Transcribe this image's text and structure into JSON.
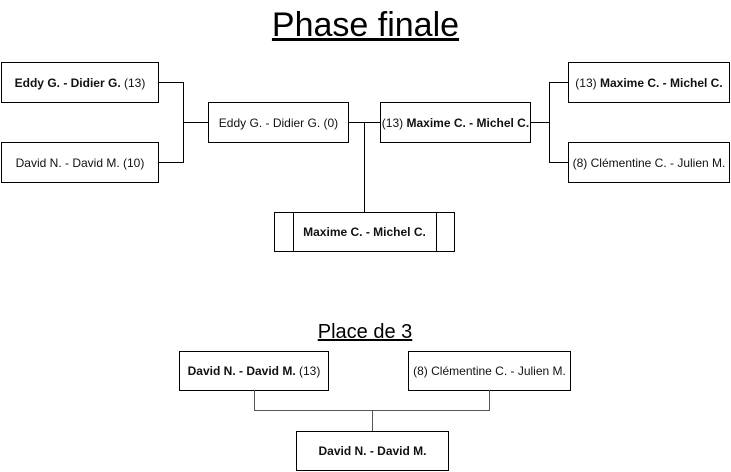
{
  "title": "Phase finale",
  "semifinals_left": [
    {
      "team_bold": "Eddy G. - Didier G.",
      "score": "(13)",
      "winner": true
    },
    {
      "team": "David N. - David M.",
      "score": "(10)",
      "winner": false
    }
  ],
  "final_left": {
    "team": "Eddy G. - Didier G.",
    "score": "(0)",
    "winner": false
  },
  "final_right": {
    "score": "(13)",
    "team_bold": "Maxime C. - Michel C.",
    "winner": true
  },
  "semifinals_right": [
    {
      "score": "(13)",
      "team_bold": "Maxime C. - Michel C.",
      "winner": true
    },
    {
      "score": "(8)",
      "team": "Clémentine C. - Julien M.",
      "winner": false
    }
  ],
  "champion": "Maxime C. - Michel C.",
  "third_place": {
    "title": "Place de 3",
    "left": {
      "team_bold": "David N. - David M.",
      "score": "(13)",
      "winner": true
    },
    "right": {
      "score": "(8)",
      "team": "Clémentine C. - Julien M.",
      "winner": false
    },
    "winner": "David N. - David M."
  }
}
